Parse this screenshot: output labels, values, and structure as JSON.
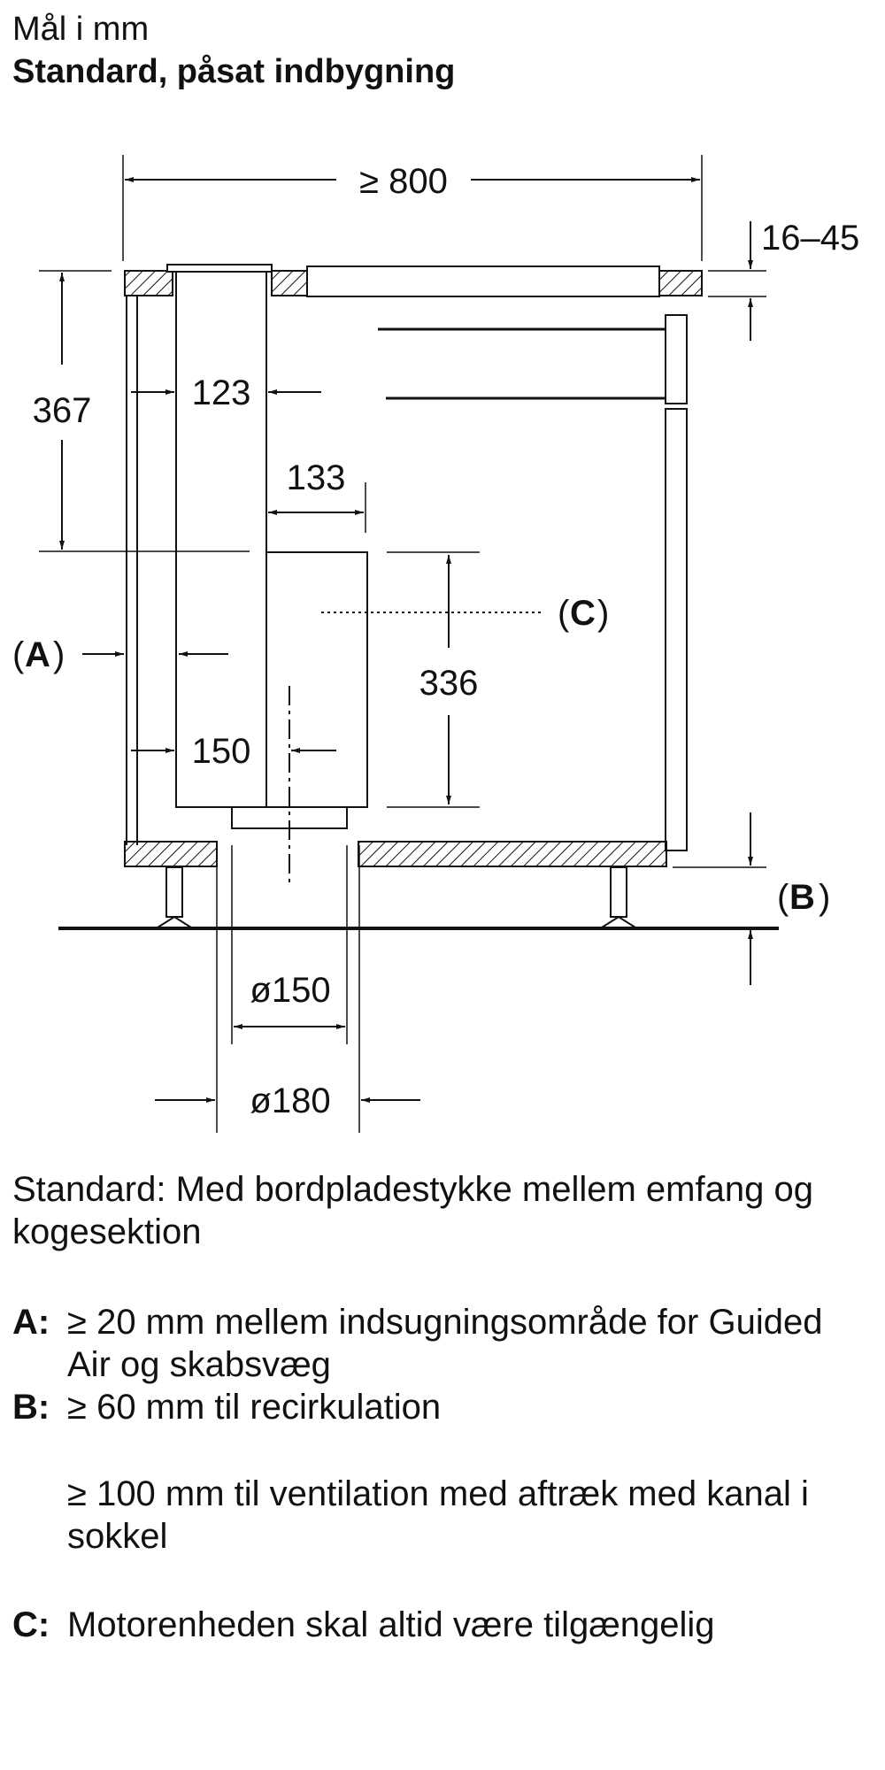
{
  "header": {
    "subtitle": "Mål i mm",
    "title": "Standard, påsat indbygning"
  },
  "diagram": {
    "dimensions": {
      "width": "≥ 800",
      "worktop_thickness": "16–45",
      "height_upper": "367",
      "channel_width": "123",
      "motor_width": "133",
      "motor_height": "336",
      "channel_depth": "150",
      "outlet_inner": "ø150",
      "outlet_outer": "ø180"
    },
    "labels": {
      "a": "A",
      "b": "B",
      "c": "C"
    }
  },
  "notes": {
    "intro": "Standard: Med bordpladestykke mellem emfang og kogesektion",
    "items": [
      {
        "key": "A:",
        "text": "≥ 20 mm mellem indsugningsområde for Guided Air og skabsvæg"
      },
      {
        "key": "B:",
        "text": "≥ 60 mm til recirkulation",
        "extra": "≥ 100 mm til ventilation med aftræk med kanal i sokkel"
      },
      {
        "key": "C:",
        "text": "Motorenheden skal altid være tilgængelig"
      }
    ]
  }
}
